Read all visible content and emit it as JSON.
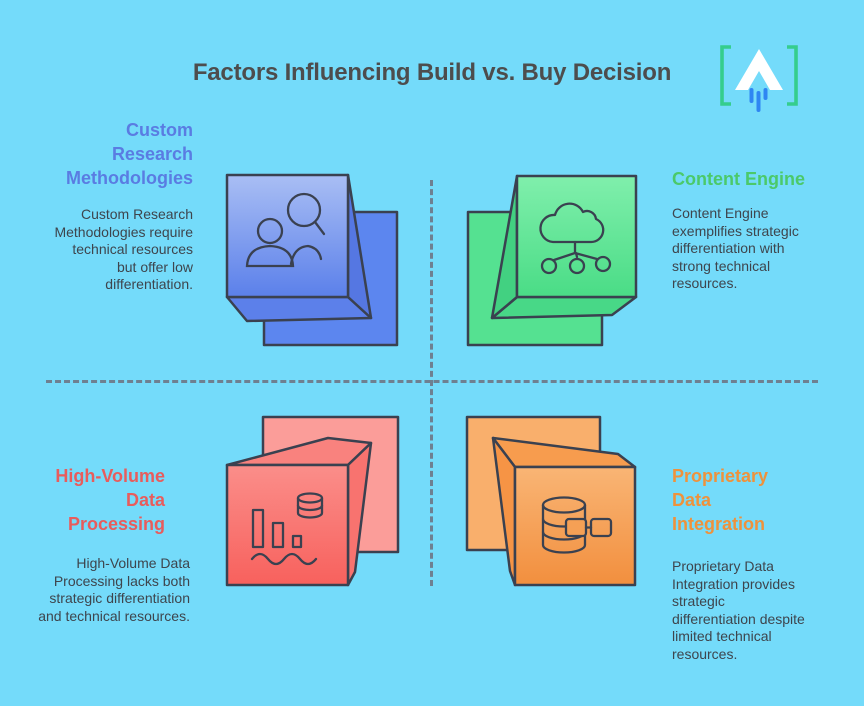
{
  "title": "Factors Influencing Build vs. Buy Decision",
  "brand": {
    "letter": "A"
  },
  "colors": {
    "background": "#74DBFA",
    "title_text": "#4D4D4D",
    "body_text": "#3E454D",
    "divider_dash": "#6E8091",
    "heading_blue": "#5A7CE2",
    "heading_green": "#4BC96A",
    "heading_red": "#E85C5C",
    "heading_orange": "#EE923C",
    "cube_blue_front": "#5B80EA",
    "cube_green_front": "#4ADC86",
    "cube_red_front": "#F8615D",
    "cube_orange_front": "#F28F3E",
    "logo_bracket_green": "#35CD8D",
    "logo_thrust_blue": "#2E86F2",
    "logo_letter_white": "#FFFFFF"
  },
  "quadrants": {
    "top_left": {
      "heading": "Custom Research Methodologies",
      "body": "Custom Research Methodologies require technical resources but offer low differentiation.",
      "icon": "people-search-cube-icon"
    },
    "top_right": {
      "heading": "Content Engine",
      "body": "Content Engine exemplifies strategic differentiation with strong technical resources.",
      "icon": "cloud-network-cube-icon"
    },
    "bottom_left": {
      "heading": "High-Volume Data Processing",
      "body": "High-Volume Data Processing lacks both strategic differentiation and technical resources.",
      "icon": "bar-chart-database-cube-icon"
    },
    "bottom_right": {
      "heading": "Proprietary Data Integration",
      "body": "Proprietary Data Integration provides strategic differentiation despite limited technical resources.",
      "icon": "database-link-cube-icon"
    }
  }
}
